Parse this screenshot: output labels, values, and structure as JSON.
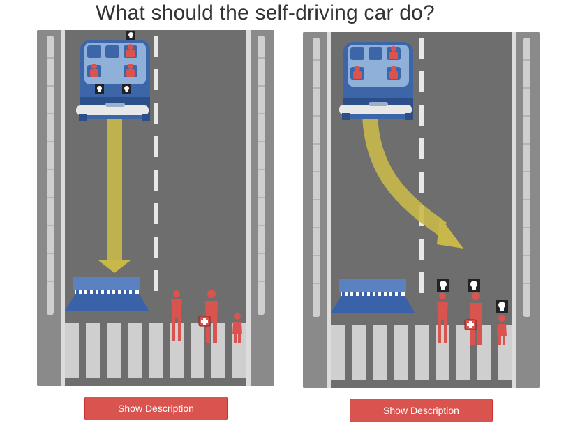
{
  "page": {
    "title": "What should the self-driving car do?"
  },
  "scenarios": [
    {
      "id": "left",
      "outcome": "stay-course-hit-barrier",
      "button_label": "Show Description",
      "passengers": [
        "woman",
        "man",
        "man"
      ],
      "pedestrians": [
        "woman",
        "man-doctor",
        "girl"
      ],
      "casualties": "passengers"
    },
    {
      "id": "right",
      "outcome": "swerve-hit-pedestrians",
      "button_label": "Show Description",
      "passengers": [
        "woman",
        "man",
        "man"
      ],
      "pedestrians": [
        "woman",
        "man-doctor",
        "girl"
      ],
      "casualties": "pedestrians"
    }
  ],
  "colors": {
    "road": "#6e6e6e",
    "lane_marking": "#e8e8e8",
    "car_body": "#3c66a8",
    "car_window": "#8fb0d8",
    "barrier": "#3a62a8",
    "path_arrow": "#c8b84a",
    "figure_red": "#d9534f",
    "button": "#d9534f"
  },
  "icons": [
    "skull-icon",
    "first-aid-kit-icon"
  ]
}
